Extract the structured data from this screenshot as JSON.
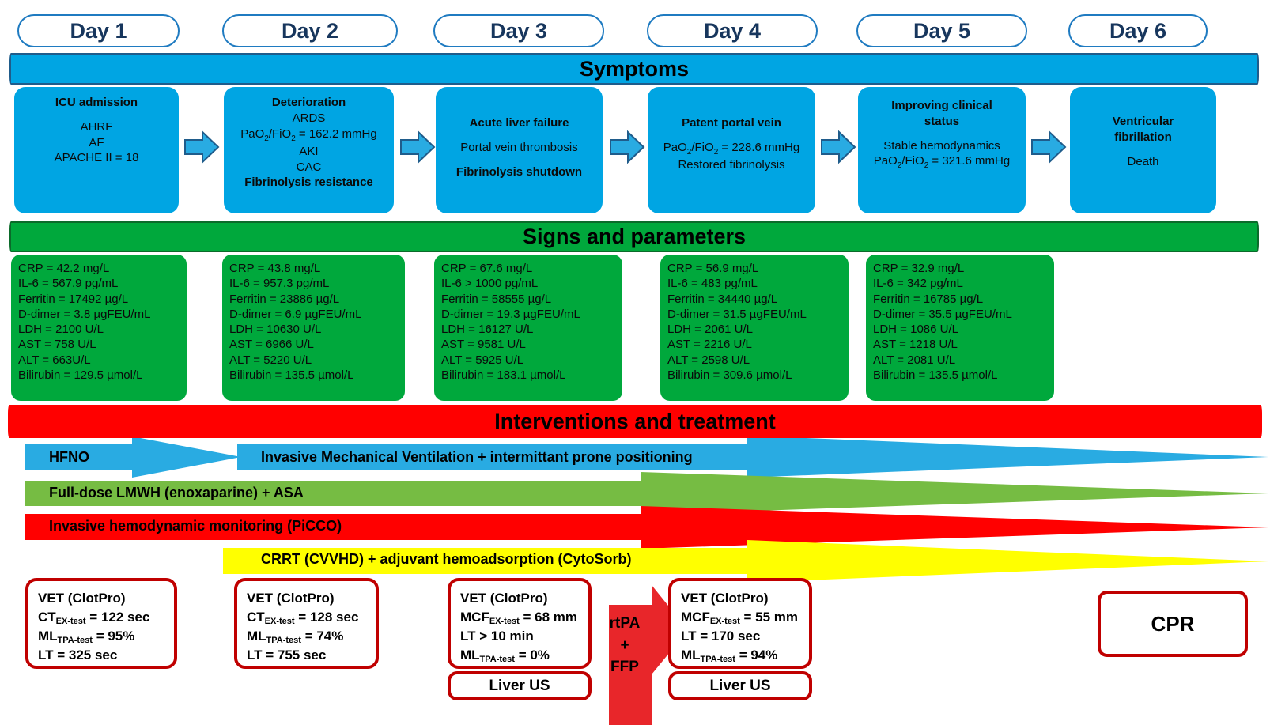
{
  "days": [
    {
      "label": "Day 1"
    },
    {
      "label": "Day 2"
    },
    {
      "label": "Day 3"
    },
    {
      "label": "Day 4"
    },
    {
      "label": "Day 5"
    },
    {
      "label": "Day 6"
    }
  ],
  "banners": {
    "symptoms": "Symptoms",
    "signs": "Signs and parameters",
    "interventions": "Interventions and treatment"
  },
  "symptoms": [
    {
      "title": "ICU admission",
      "lines": [
        "AHRF",
        "AF",
        "APACHE II = 18"
      ],
      "bold_lines": []
    },
    {
      "title": "Deterioration",
      "lines": [
        "ARDS",
        "PaO2/FiO2 = 162.2 mmHg",
        "AKI",
        "CAC",
        "Fibrinolysis resistance"
      ],
      "bold_lines": [
        "Fibrinolysis resistance"
      ]
    },
    {
      "title": "Acute liver failure",
      "lines": [
        "Portal vein thrombosis",
        "Fibrinolysis shutdown"
      ],
      "bold_lines": [
        "Fibrinolysis shutdown"
      ]
    },
    {
      "title": "Patent portal vein",
      "lines": [
        "PaO2/FiO2 = 228.6 mmHg",
        "Restored fibrinolysis"
      ],
      "bold_lines": []
    },
    {
      "title": "Improving clinical status",
      "lines": [
        "Stable hemodynamics",
        "PaO2/FiO2 = 321.6 mmHg"
      ],
      "bold_lines": []
    },
    {
      "title": "Ventricular fibrillation",
      "lines": [
        "Death"
      ],
      "bold_lines": []
    }
  ],
  "labs": [
    {
      "day": "Day 1",
      "rows": [
        "CRP = 42.2 mg/L",
        "IL-6 = 567.9 pg/mL",
        "Ferritin = 17492 µg/L",
        "D-dimer = 3.8 µgFEU/mL",
        "LDH = 2100 U/L",
        "AST = 758 U/L",
        "ALT = 663U/L",
        "Bilirubin = 129.5 µmol/L"
      ]
    },
    {
      "day": "Day 2",
      "rows": [
        "CRP = 43.8 mg/L",
        "IL-6 = 957.3 pg/mL",
        "Ferritin = 23886 µg/L",
        "D-dimer = 6.9 µgFEU/mL",
        "LDH = 10630 U/L",
        "AST = 6966 U/L",
        "ALT = 5220 U/L",
        "Bilirubin = 135.5 µmol/L"
      ]
    },
    {
      "day": "Day 3",
      "rows": [
        "CRP = 67.6 mg/L",
        "IL-6 > 1000  pg/mL",
        "Ferritin = 58555 µg/L",
        "D-dimer = 19.3 µgFEU/mL",
        "LDH = 16127 U/L",
        "AST = 9581 U/L",
        "ALT = 5925 U/L",
        "Bilirubin = 183.1 µmol/L"
      ]
    },
    {
      "day": "Day 4",
      "rows": [
        "CRP = 56.9 mg/L",
        "IL-6 = 483 pg/mL",
        "Ferritin = 34440 µg/L",
        "D-dimer = 31.5 µgFEU/mL",
        "LDH = 2061 U/L",
        "AST = 2216 U/L",
        "ALT = 2598 U/L",
        "Bilirubin = 309.6 µmol/L"
      ]
    },
    {
      "day": "Day 5",
      "rows": [
        "CRP = 32.9 mg/L",
        "IL-6 = 342 pg/mL",
        "Ferritin = 16785 µg/L",
        "D-dimer = 35.5 µgFEU/mL",
        "LDH = 1086 U/L",
        "AST = 1218 U/L",
        "ALT = 2081 U/L",
        "Bilirubin = 135.5 µmol/L"
      ]
    }
  ],
  "interventions": [
    {
      "name": "hfno",
      "label": "HFNO",
      "color": "#29ABE2"
    },
    {
      "name": "imv",
      "label": "Invasive Mechanical Ventilation + intermittant prone positioning",
      "color": "#29ABE2"
    },
    {
      "name": "lmwh",
      "label": "Full-dose LMWH (enoxaparine) + ASA",
      "color": "#70BF४4",
      "color_hex": "#76BC43"
    },
    {
      "name": "picco",
      "label": "Invasive hemodynamic monitoring (PiCCO)",
      "color": "#FF0000"
    },
    {
      "name": "crrt",
      "label": "CRRT (CVVHD) + adjuvant hemoadsorption (CytoSorb)",
      "color": "#FFFF00"
    }
  ],
  "vet_tests": [
    {
      "day": "Day 1",
      "title": "VET (ClotPro)",
      "rows": [
        {
          "name": "CT",
          "sub": "EX-test",
          "value": " = 122 sec"
        },
        {
          "name": "ML",
          "sub": "TPA-test",
          "value": " = 95%"
        },
        {
          "name": "LT",
          "sub": "",
          "value": " = 325 sec"
        }
      ]
    },
    {
      "day": "Day 2",
      "title": "VET (ClotPro)",
      "rows": [
        {
          "name": "CT",
          "sub": "EX-test",
          "value": " = 128 sec"
        },
        {
          "name": "ML",
          "sub": "TPA-test",
          "value": " = 74%"
        },
        {
          "name": "LT",
          "sub": "",
          "value": " = 755 sec"
        }
      ]
    },
    {
      "day": "Day 3",
      "title": "VET (ClotPro)",
      "rows": [
        {
          "name": "MCF",
          "sub": "EX-test",
          "value": " = 68 mm"
        },
        {
          "name": "LT",
          "sub": "",
          "value": " > 10 min"
        },
        {
          "name": "ML",
          "sub": "TPA-test",
          "value": " = 0%"
        }
      ]
    },
    {
      "day": "Day 4",
      "title": "VET (ClotPro)",
      "rows": [
        {
          "name": "MCF",
          "sub": "EX-test",
          "value": " = 55 mm"
        },
        {
          "name": "LT",
          "sub": "",
          "value": " = 170 sec"
        },
        {
          "name": "ML",
          "sub": "TPA-test",
          "value": " = 94%"
        }
      ]
    }
  ],
  "liver_us": {
    "day3": "Liver US",
    "day4": "Liver US"
  },
  "rtpa": {
    "line1": "rtPA",
    "line2": "+",
    "line3": "FFP"
  },
  "outcome": {
    "cpr": "CPR"
  },
  "colors": {
    "symptom_blue": "#00A5E3",
    "signs_green": "#00A83C",
    "intervention_red": "#FF0000",
    "bar_blue": "#29ABE2",
    "bar_green": "#76BC43",
    "bar_yellow": "#FFFF00",
    "box_border_red": "#C00000",
    "day_text": "#17365D"
  }
}
